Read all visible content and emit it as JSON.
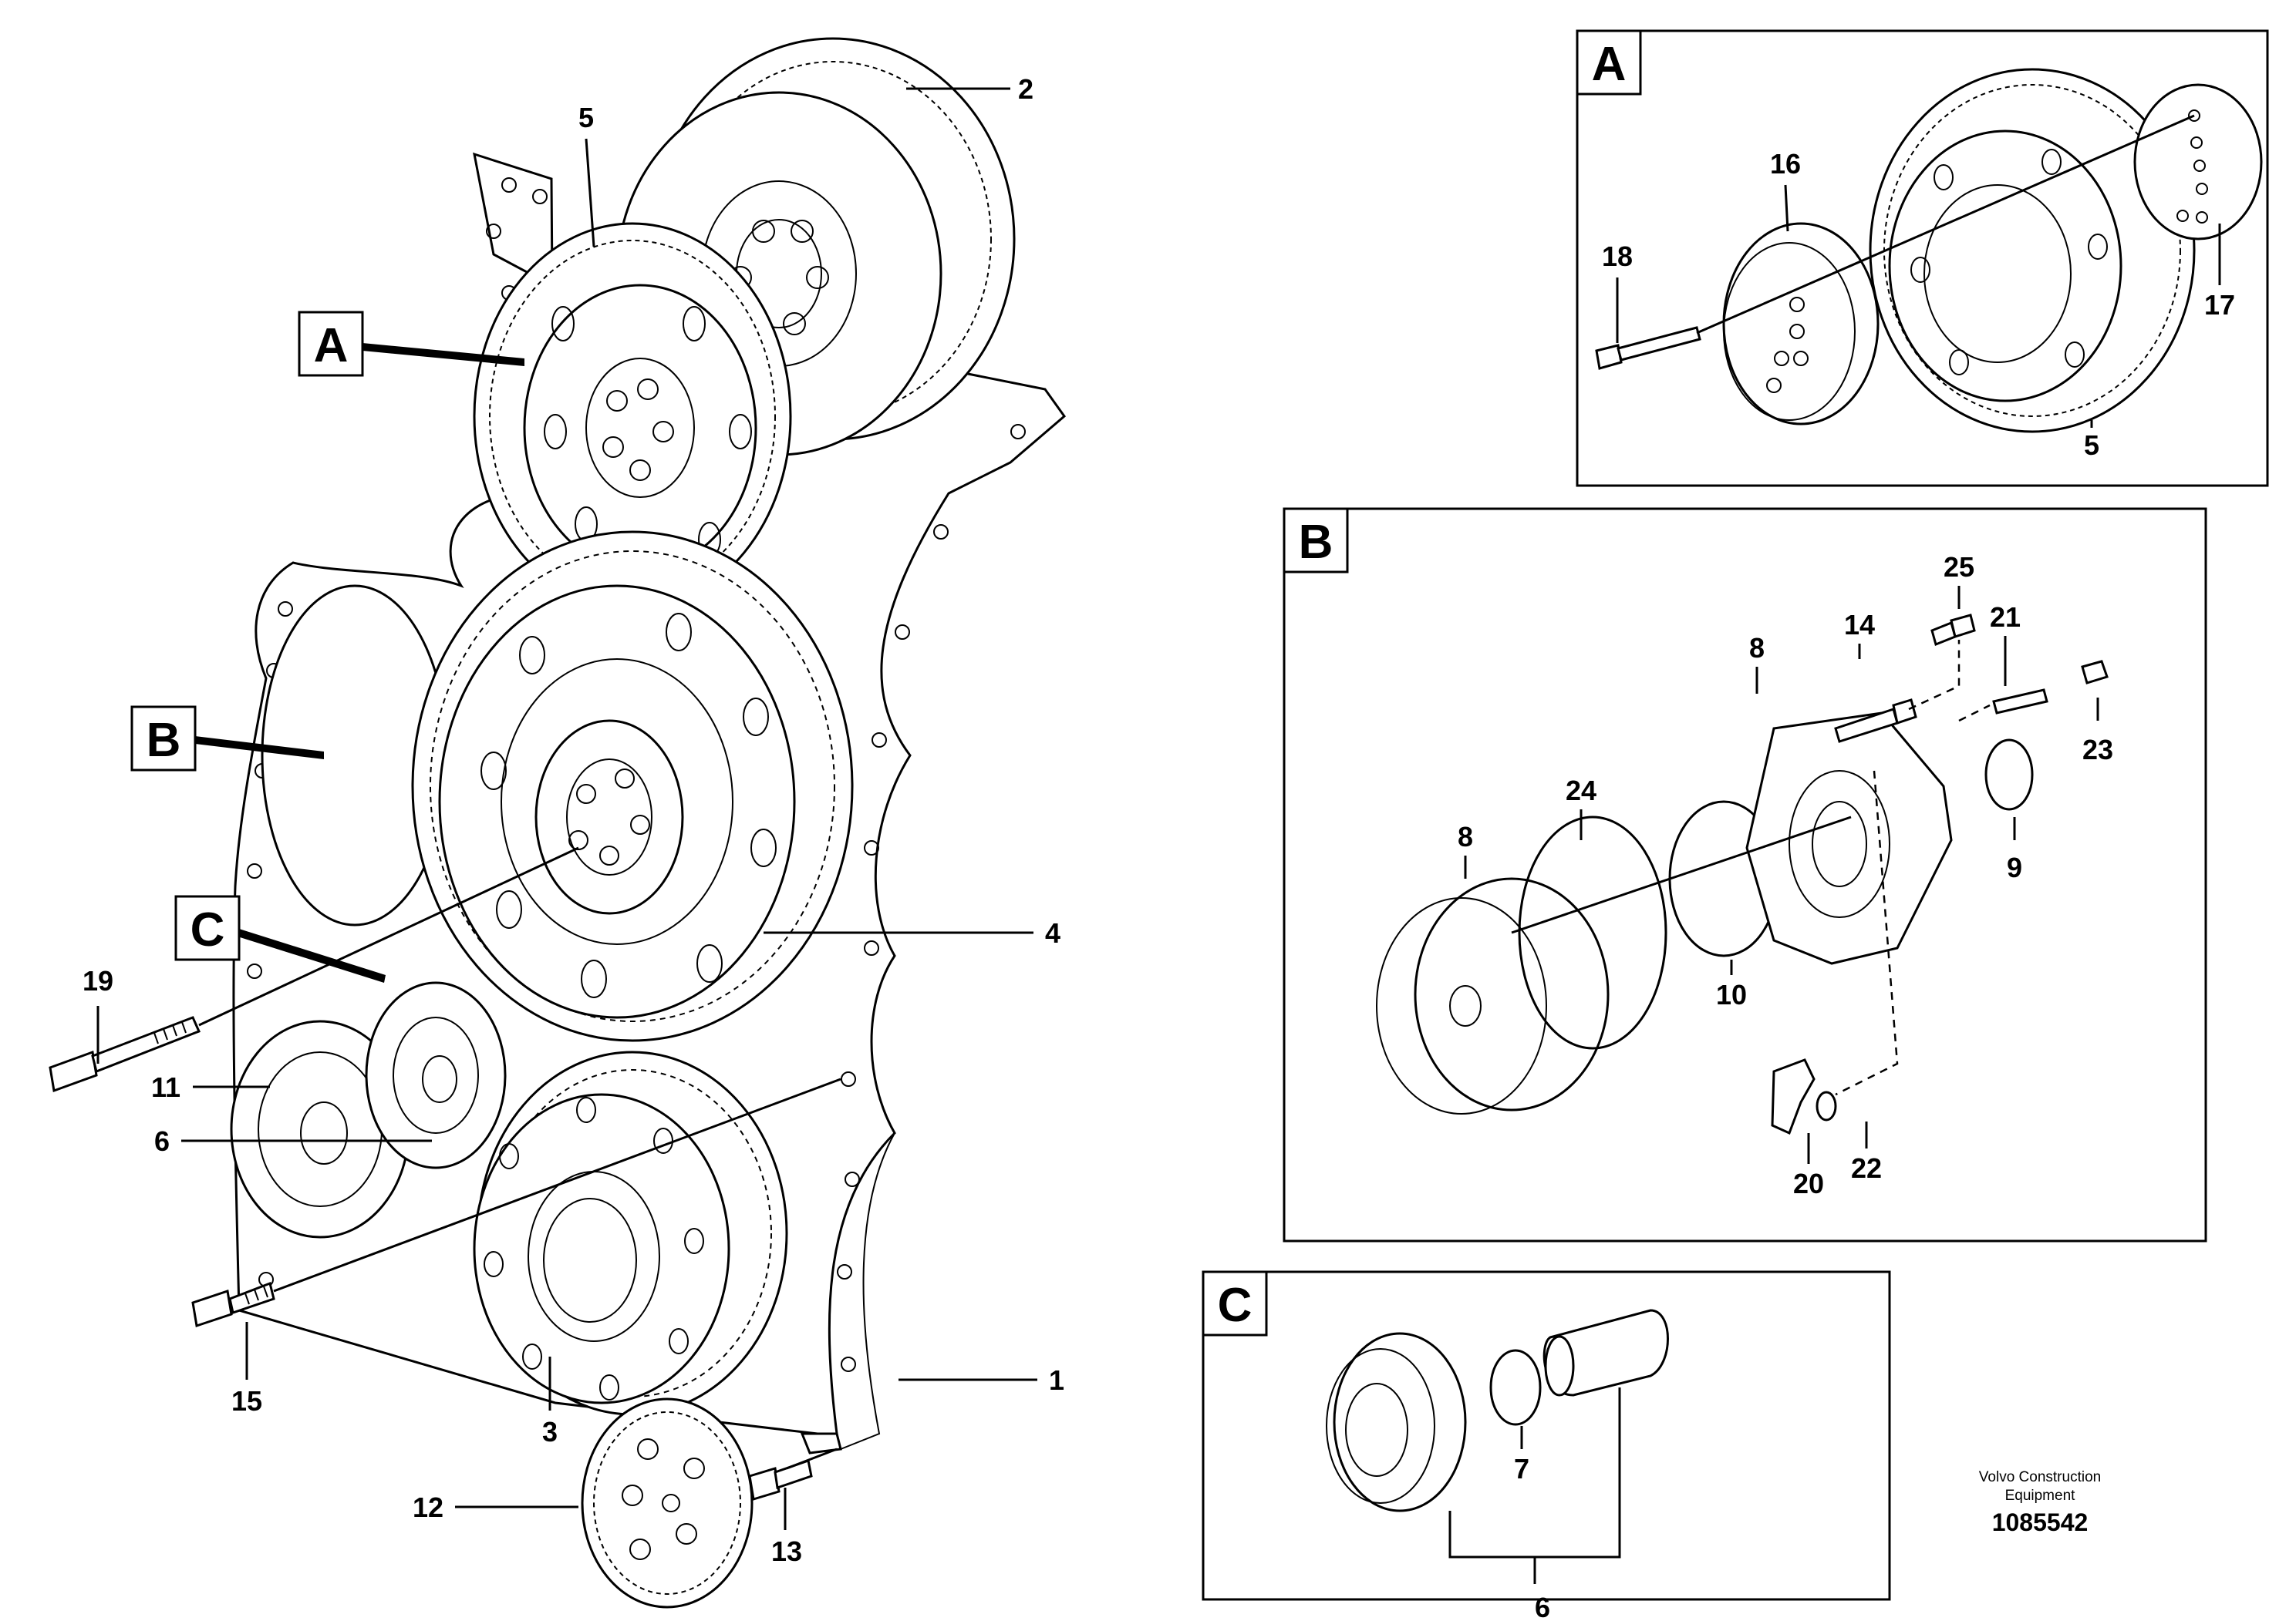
{
  "panels": [
    {
      "letter": "A"
    },
    {
      "letter": "B"
    },
    {
      "letter": "C"
    }
  ],
  "main_labels": [
    "1",
    "2",
    "3",
    "4",
    "5",
    "6",
    "11",
    "12",
    "13",
    "15",
    "19"
  ],
  "detail_a_labels": [
    "5",
    "16",
    "17",
    "18"
  ],
  "detail_b_labels": [
    "8",
    "8",
    "9",
    "10",
    "14",
    "20",
    "21",
    "22",
    "23",
    "24",
    "25"
  ],
  "detail_c_labels": [
    "6",
    "7"
  ],
  "footer": {
    "brand_line1": "Volvo Construction",
    "brand_line2": "Equipment",
    "document_number": "1085542"
  }
}
